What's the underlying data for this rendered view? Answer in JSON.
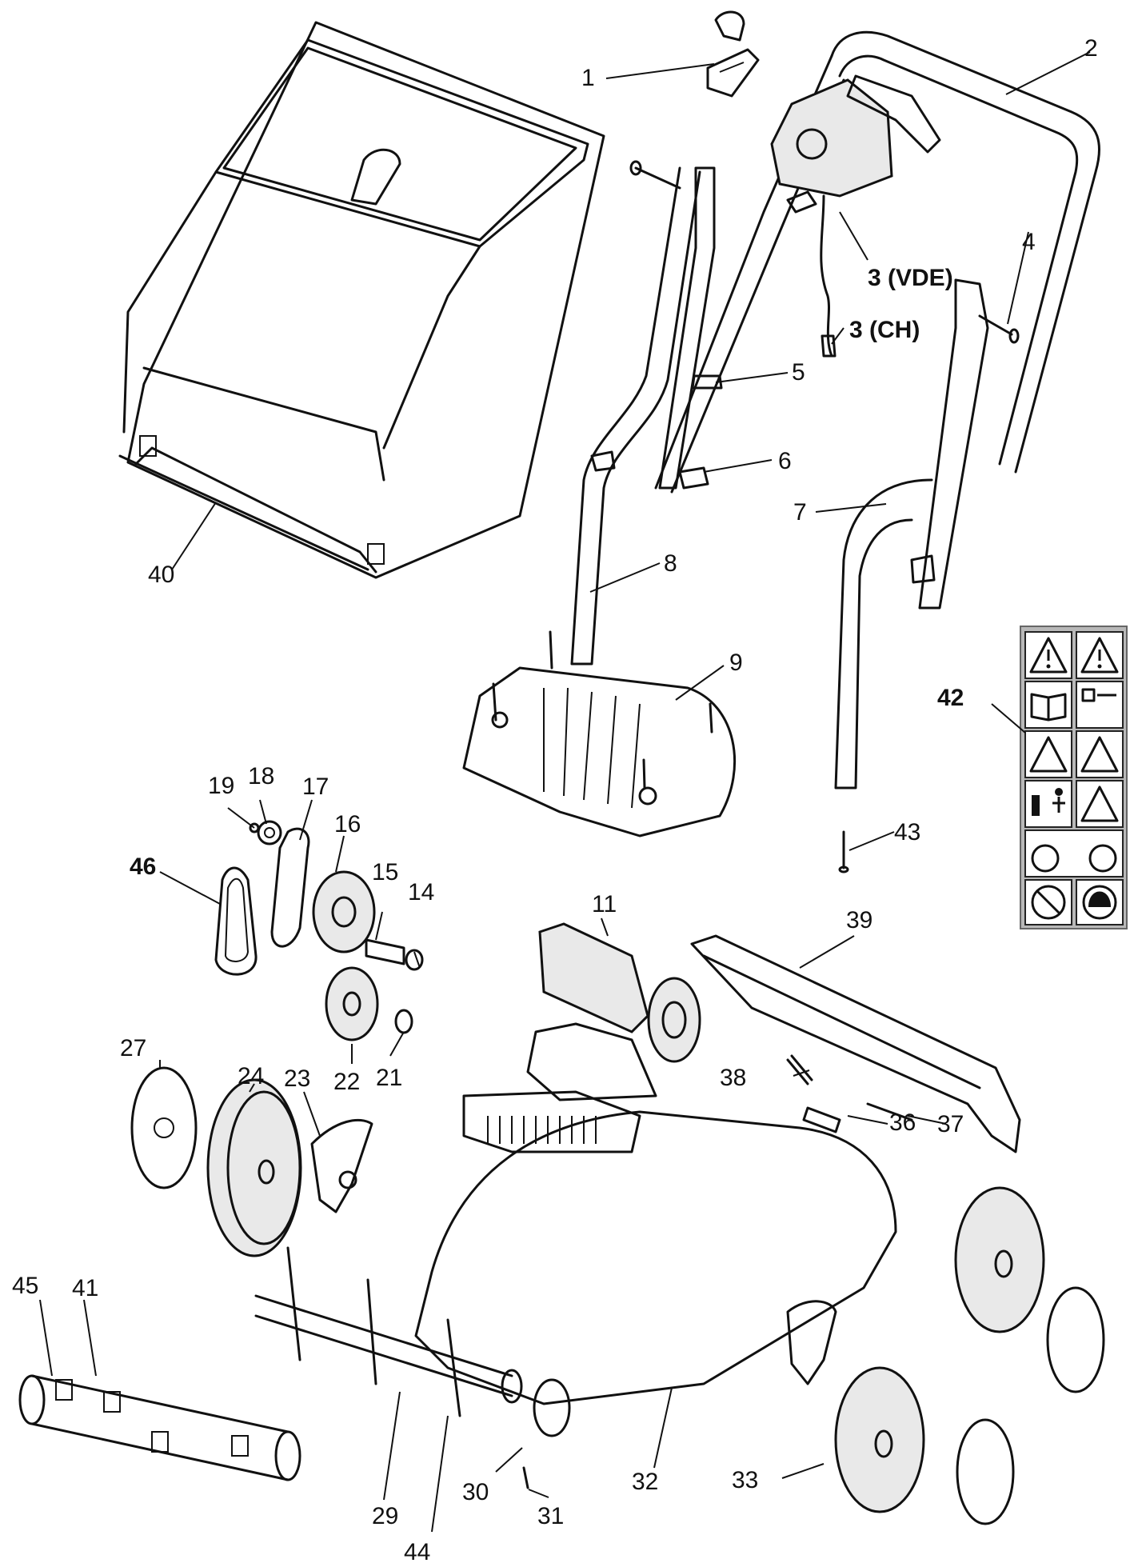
{
  "callouts": [
    {
      "id": "1",
      "text": "1"
    },
    {
      "id": "2",
      "text": "2"
    },
    {
      "id": "3vde",
      "text": "3 (VDE)"
    },
    {
      "id": "3ch",
      "text": "3 (CH)"
    },
    {
      "id": "4",
      "text": "4"
    },
    {
      "id": "5",
      "text": "5"
    },
    {
      "id": "6",
      "text": "6"
    },
    {
      "id": "7",
      "text": "7"
    },
    {
      "id": "8",
      "text": "8"
    },
    {
      "id": "9",
      "text": "9"
    },
    {
      "id": "11",
      "text": "11"
    },
    {
      "id": "14",
      "text": "14"
    },
    {
      "id": "15",
      "text": "15"
    },
    {
      "id": "16",
      "text": "16"
    },
    {
      "id": "17",
      "text": "17"
    },
    {
      "id": "18",
      "text": "18"
    },
    {
      "id": "19",
      "text": "19"
    },
    {
      "id": "21",
      "text": "21"
    },
    {
      "id": "22",
      "text": "22"
    },
    {
      "id": "23",
      "text": "23"
    },
    {
      "id": "24",
      "text": "24"
    },
    {
      "id": "27",
      "text": "27"
    },
    {
      "id": "29",
      "text": "29"
    },
    {
      "id": "30",
      "text": "30"
    },
    {
      "id": "31",
      "text": "31"
    },
    {
      "id": "32",
      "text": "32"
    },
    {
      "id": "33",
      "text": "33"
    },
    {
      "id": "36",
      "text": "36"
    },
    {
      "id": "37",
      "text": "37"
    },
    {
      "id": "38",
      "text": "38"
    },
    {
      "id": "39",
      "text": "39"
    },
    {
      "id": "40",
      "text": "40"
    },
    {
      "id": "41",
      "text": "41"
    },
    {
      "id": "42",
      "text": "42"
    },
    {
      "id": "43",
      "text": "43"
    },
    {
      "id": "44",
      "text": "44"
    },
    {
      "id": "45",
      "text": "45"
    },
    {
      "id": "46",
      "text": "46"
    }
  ],
  "warning_label_icons": [
    "warning-triangle-icon",
    "warning-triangle-icon",
    "read-manual-icon",
    "unplug-before-maintenance-icon",
    "keep-bystanders-away-icon",
    "cable-cut-hazard-icon",
    "distance-from-machine-icon",
    "rotating-blades-hazard-icon",
    "rotating-tines-hands-icon",
    "no-barefoot-icon",
    "wear-hearing-protection-icon"
  ]
}
